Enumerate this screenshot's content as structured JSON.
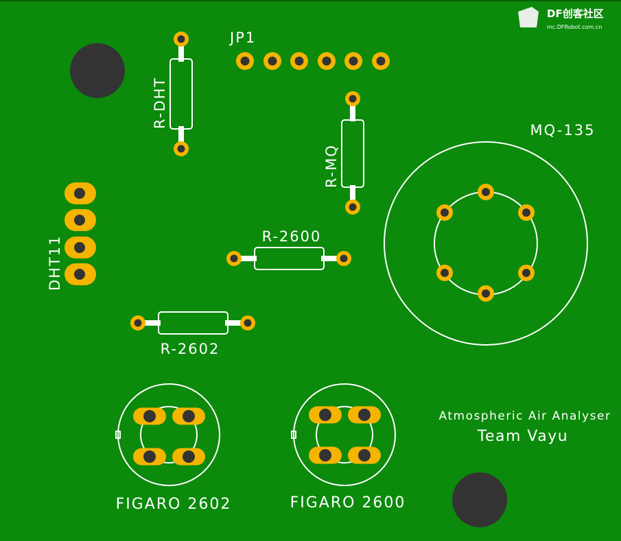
{
  "board": {
    "colors": {
      "board": "#0b8a0b",
      "pad": "#f5b400",
      "hole": "#333333",
      "silkscreen": "#ffffff"
    },
    "labels": {
      "jp1": "JP1",
      "r_dht": "R-DHT",
      "r_mq": "R-MQ",
      "mq135": "MQ-135",
      "dht11": "DHT11",
      "r2600": "R-2600",
      "r2602": "R-2602",
      "figaro2602": "FIGARO 2602",
      "figaro2600": "FIGARO 2600",
      "project": "Atmospheric Air Analyser",
      "team": "Team Vayu"
    }
  },
  "watermark": {
    "brand": "DF创客社区",
    "url": "mc.DFRobot.com.cn"
  }
}
